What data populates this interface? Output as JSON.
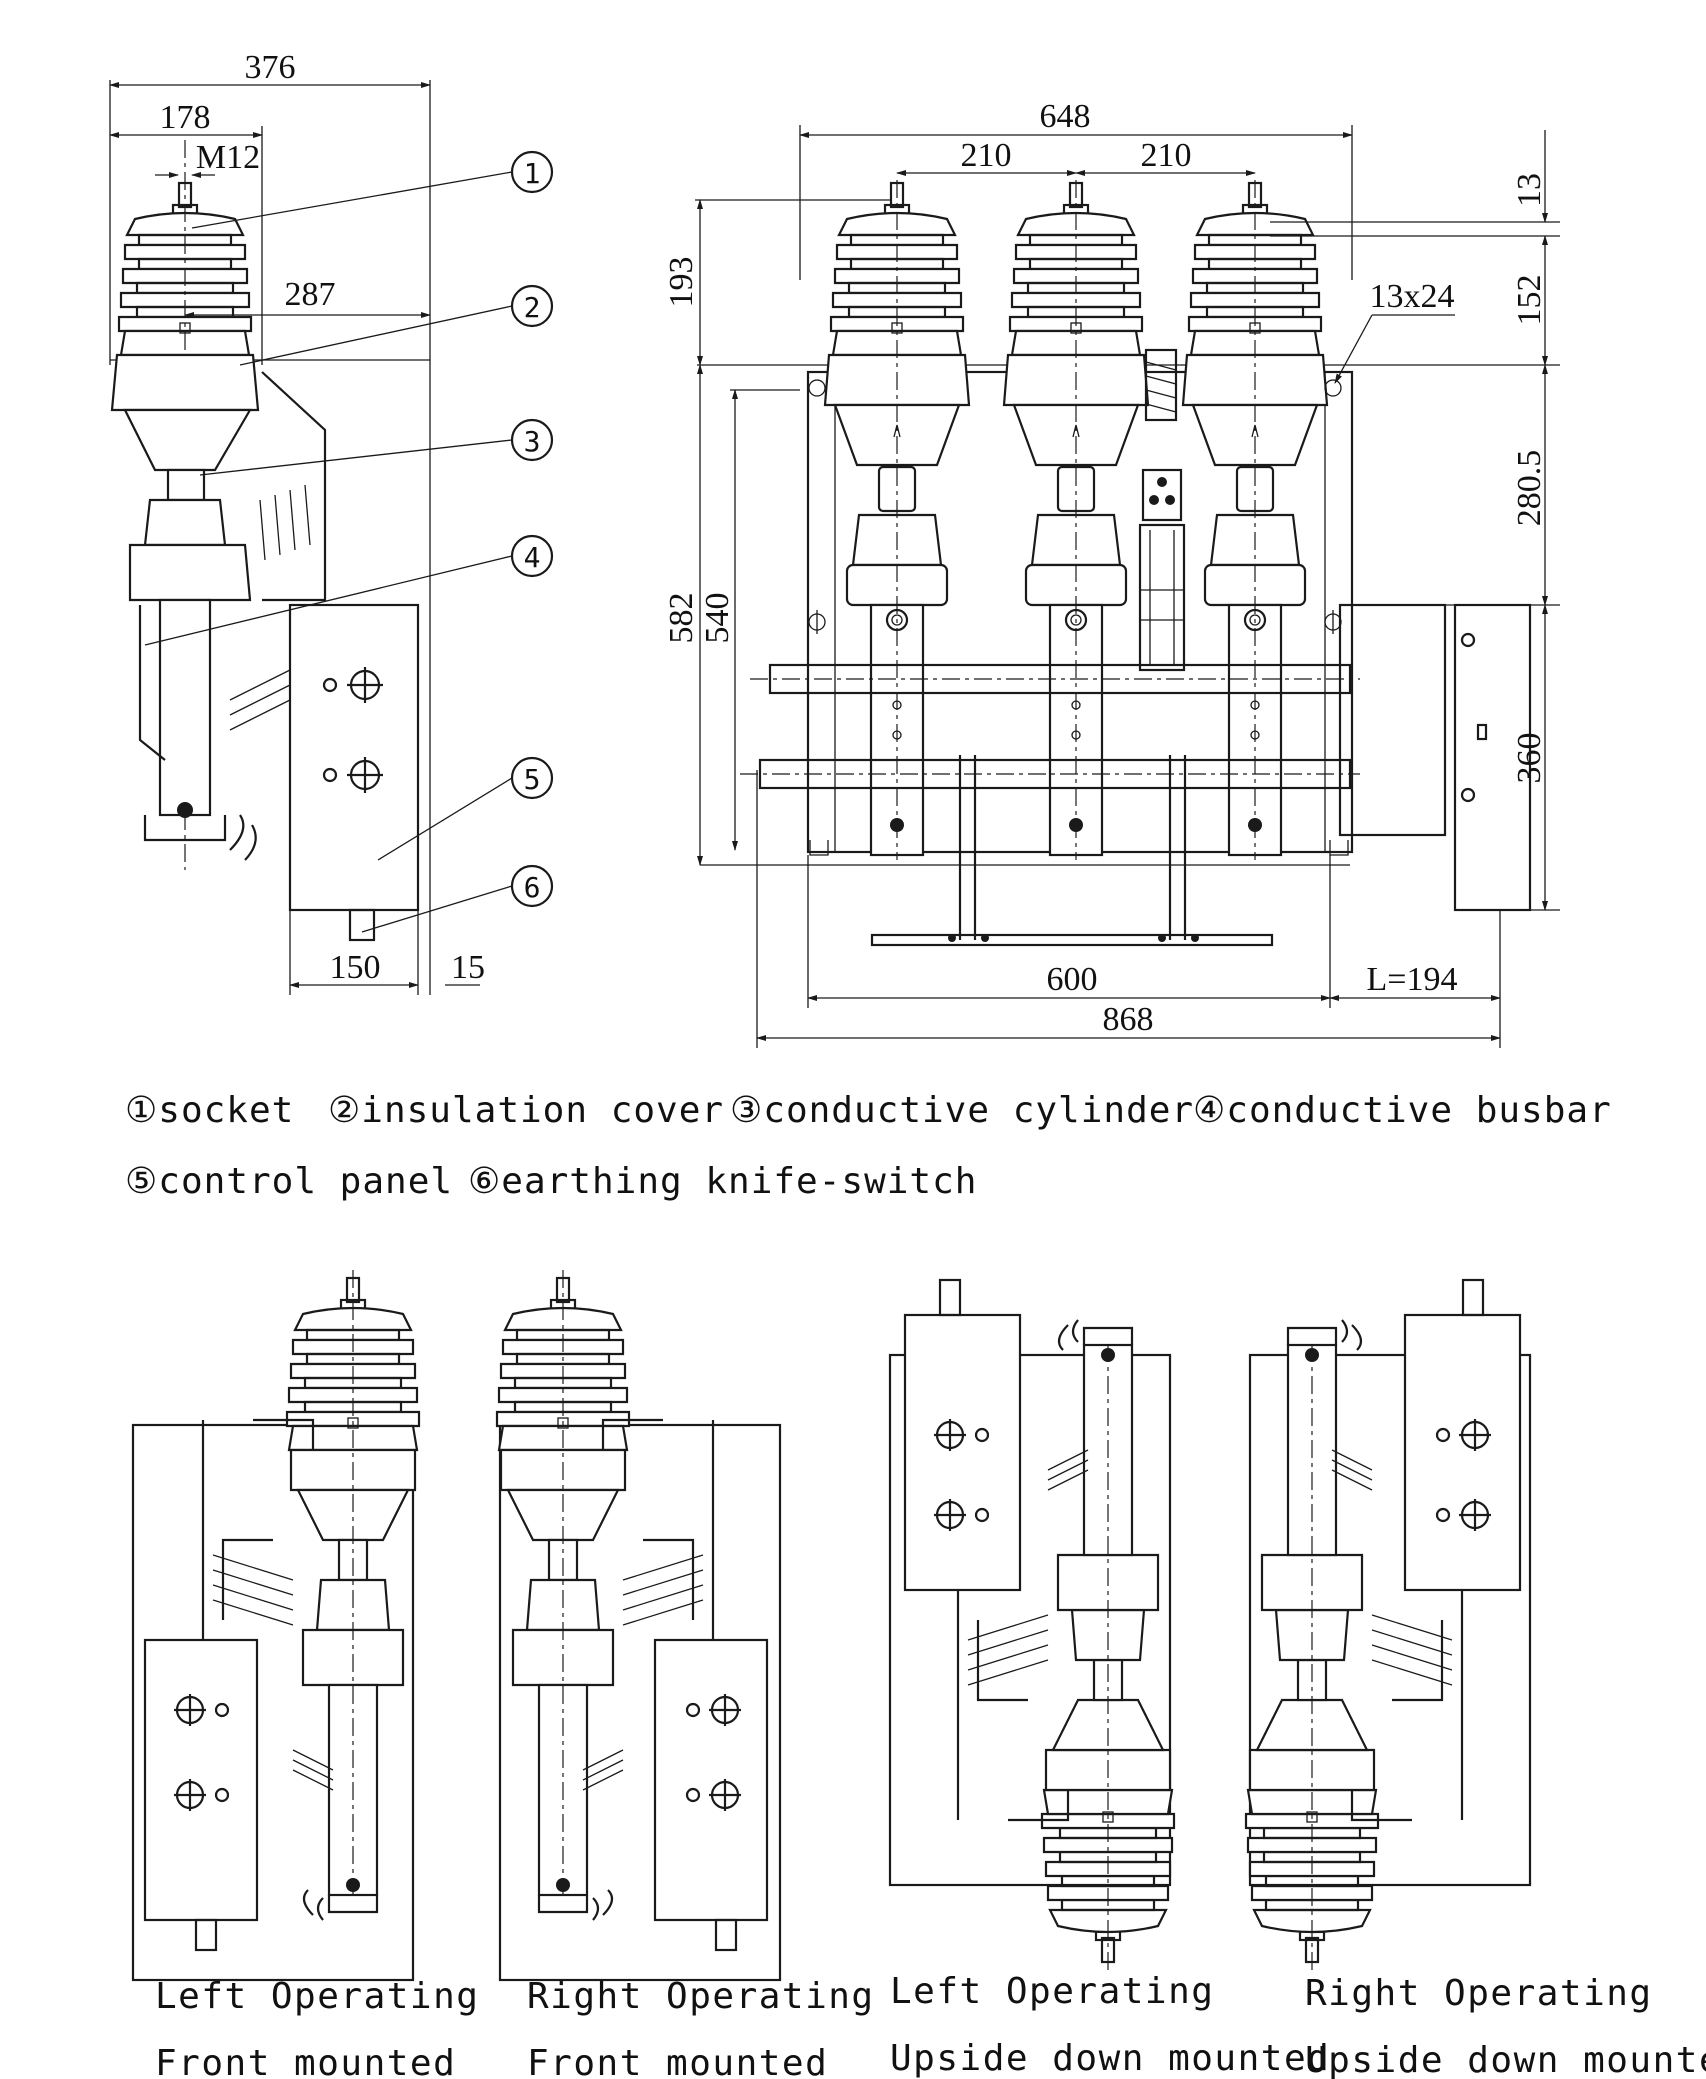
{
  "callouts": [
    "1",
    "2",
    "3",
    "4",
    "5",
    "6"
  ],
  "dimensions": {
    "side": {
      "total_width": "376",
      "socket_offset": "178",
      "bolt": "M12",
      "cover_offset": "287",
      "panel_width": "150",
      "gap": "15"
    },
    "front": {
      "total_width": "648",
      "pitch_left": "210",
      "pitch_right": "210",
      "insulator_height": "193",
      "top_gap": "13",
      "cover_height": "152",
      "slot": "13x24",
      "mount_height": "280.5",
      "frame_height": "582",
      "inner_height": "540",
      "panel_height": "360",
      "base_width": "600",
      "length": "L=194",
      "overall_width": "868"
    }
  },
  "legend": [
    {
      "num": "①",
      "label": "socket"
    },
    {
      "num": "②",
      "label": "insulation cover"
    },
    {
      "num": "③",
      "label": "conductive cylinder"
    },
    {
      "num": "④",
      "label": "conductive busbar"
    },
    {
      "num": "⑤",
      "label": "control panel"
    },
    {
      "num": "⑥",
      "label": "earthing knife-switch"
    }
  ],
  "variants": [
    {
      "line1": "Left Operating",
      "line2": "Front mounted"
    },
    {
      "line1": "Right Operating",
      "line2": "Front mounted"
    },
    {
      "line1": "Left Operating",
      "line2": "Upside down mounted"
    },
    {
      "line1": "Right Operating",
      "line2": "Upside down mounted"
    }
  ]
}
